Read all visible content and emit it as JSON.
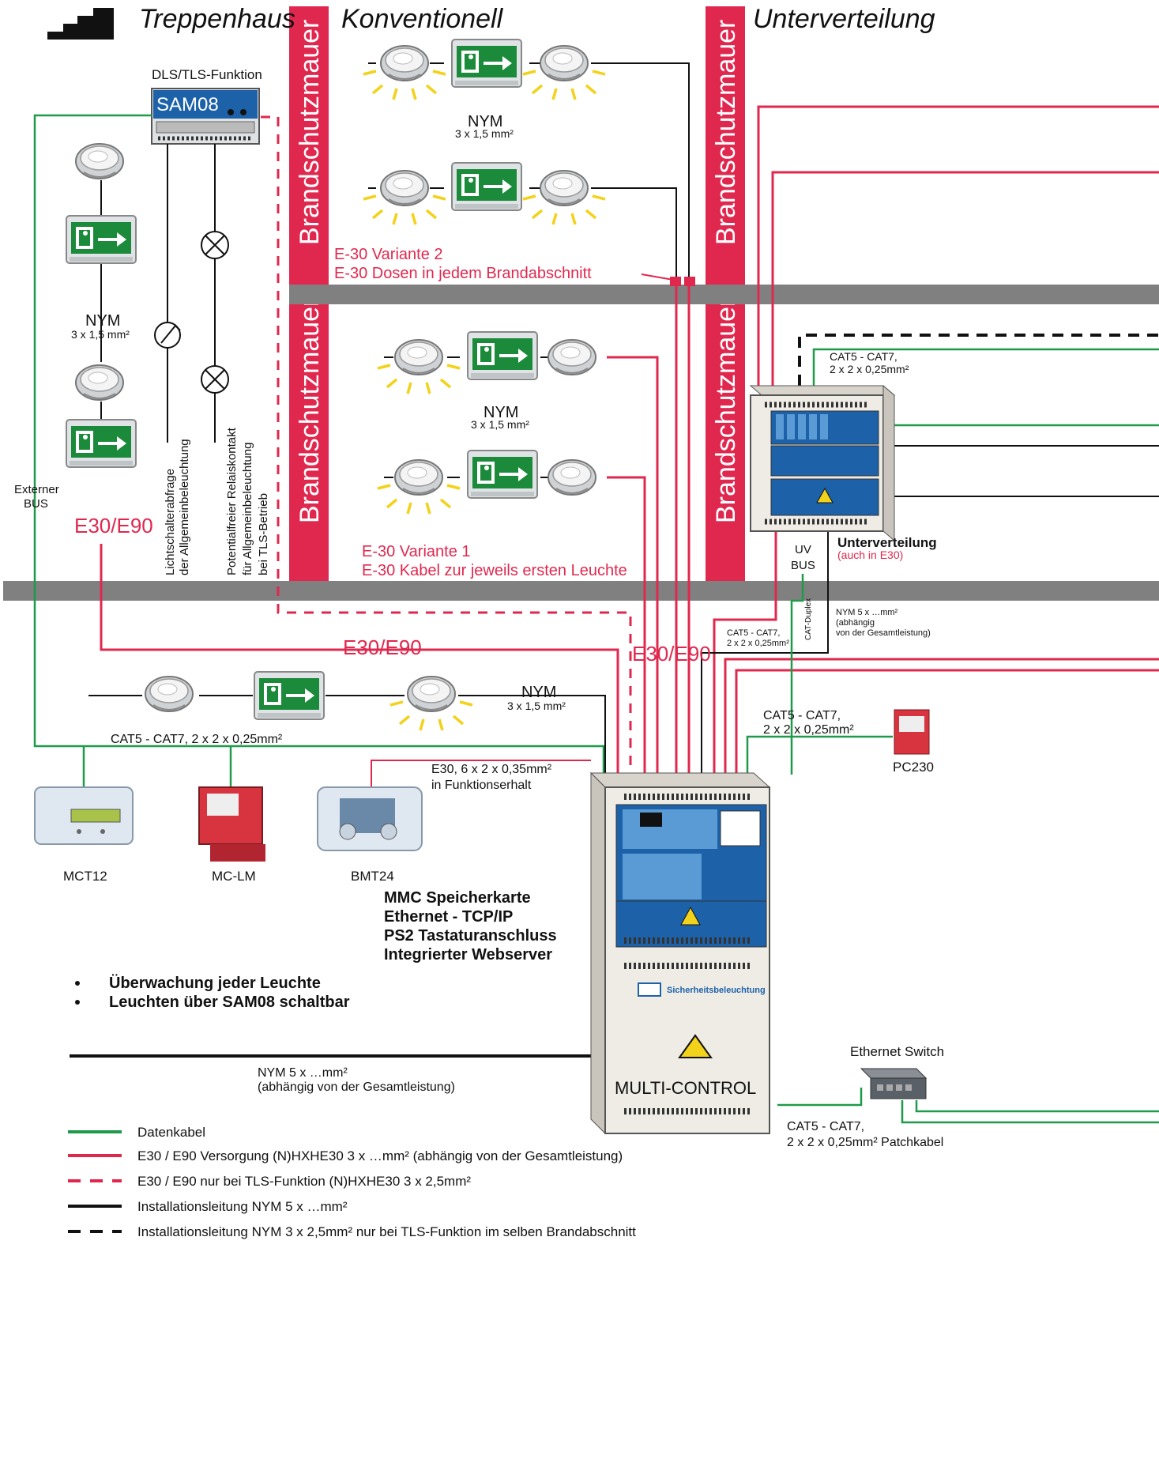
{
  "colors": {
    "data": "#1e9a4a",
    "e30": "#e0284f",
    "wall": "#e0284f",
    "floor": "#808080",
    "panel_blue": "#1d62a8",
    "exit_green": "#1b8a3a"
  },
  "headers": {
    "treppenhaus": "Treppenhaus",
    "konventionell": "Konventionell",
    "unterverteilung": "Unterverteilung"
  },
  "walls": {
    "label": "Brandschutzmauer"
  },
  "sam": {
    "caption": "DLS/TLS-Funktion",
    "display": "SAM08"
  },
  "left": {
    "nym": "NYM",
    "nym_spec": "3 x 1,5 mm²",
    "ext_bus_1": "Externer",
    "ext_bus_2": "BUS",
    "e30e90": "E30/E90",
    "switch_1": "Lichtschalterabfrage",
    "switch_2": "der Allgemeinbeleuchtung",
    "relay_1": "Potentialfreier Relaiskontakt",
    "relay_2": "für Allgemeinbeleuchtung",
    "relay_3": "bei TLS-Betrieb"
  },
  "conv": {
    "nym_top": "NYM",
    "nym_top_spec": "3 x 1,5 mm²",
    "v2_1": "E-30 Variante 2",
    "v2_2": "E-30 Dosen in jedem Brandabschnitt",
    "nym_mid": "NYM",
    "nym_mid_spec": "3 x 1,5 mm²",
    "v1_1": "E-30 Variante 1",
    "v1_2": "E-30 Kabel zur jeweils ersten Leuchte"
  },
  "uv": {
    "cable_1": "CAT5 - CAT7,",
    "cable_2": "2 x 2 x 0,25mm²",
    "bus_1": "UV",
    "bus_2": "BUS",
    "name_1": "Unterverteilung",
    "name_2": "(auch in E30)",
    "nym_1": "NYM 5 x …mm²",
    "nym_2": "(abhängig",
    "nym_3": "von der Gesamtleistung)",
    "cat_1": "CAT5 - CAT7,",
    "cat_2": "2 x 2 x 0,25mm²",
    "duplex": "CAT-Duplex"
  },
  "mid": {
    "e30e90_a": "E30/E90",
    "e30e90_b": "E30/E90",
    "nym": "NYM",
    "nym_spec": "3 x 1,5 mm²",
    "cat_line": "CAT5 - CAT7, 2 x 2 x 0,25mm²",
    "e30_spec_1": "E30, 6 x 2 x 0,35mm²",
    "e30_spec_2": "in Funktionserhalt"
  },
  "devices": {
    "mct12": "MCT12",
    "mclm": "MC-LM",
    "bmt24": "BMT24",
    "pc230": "PC230",
    "switch": "Ethernet Switch"
  },
  "right": {
    "cat_1": "CAT5 - CAT7,",
    "cat_2": "2 x 2 x 0,25mm²",
    "patch_1": "CAT5 - CAT7,",
    "patch_2": "2 x 2 x 0,25mm² Patchkabel"
  },
  "features": [
    "MMC Speicherkarte",
    "Ethernet - TCP/IP",
    "PS2 Tastaturanschluss",
    "Integrierter Webserver"
  ],
  "bullets": [
    "Überwachung jeder Leuchte",
    "Leuchten über SAM08 schaltbar"
  ],
  "bottom": {
    "nym_1": "NYM 5 x …mm²",
    "nym_2": "(abhängig von der Gesamtleistung)"
  },
  "cabinet": {
    "label": "MULTI-CONTROL",
    "brand": "Sicherheitsbeleuchtung"
  },
  "legend": [
    {
      "style": "green",
      "text": "Datenkabel"
    },
    {
      "style": "red",
      "text": "E30 / E90 Versorgung (N)HXHE30 3 x …mm² (abhängig von der Gesamtleistung)"
    },
    {
      "style": "red-dash",
      "text": "E30 / E90 nur bei TLS-Funktion (N)HXHE30 3 x 2,5mm²"
    },
    {
      "style": "black",
      "text": "Installationsleitung NYM 5 x …mm²"
    },
    {
      "style": "black-dash",
      "text": "Installationsleitung NYM 3 x 2,5mm² nur bei TLS-Funktion im selben Brandabschnitt"
    }
  ]
}
